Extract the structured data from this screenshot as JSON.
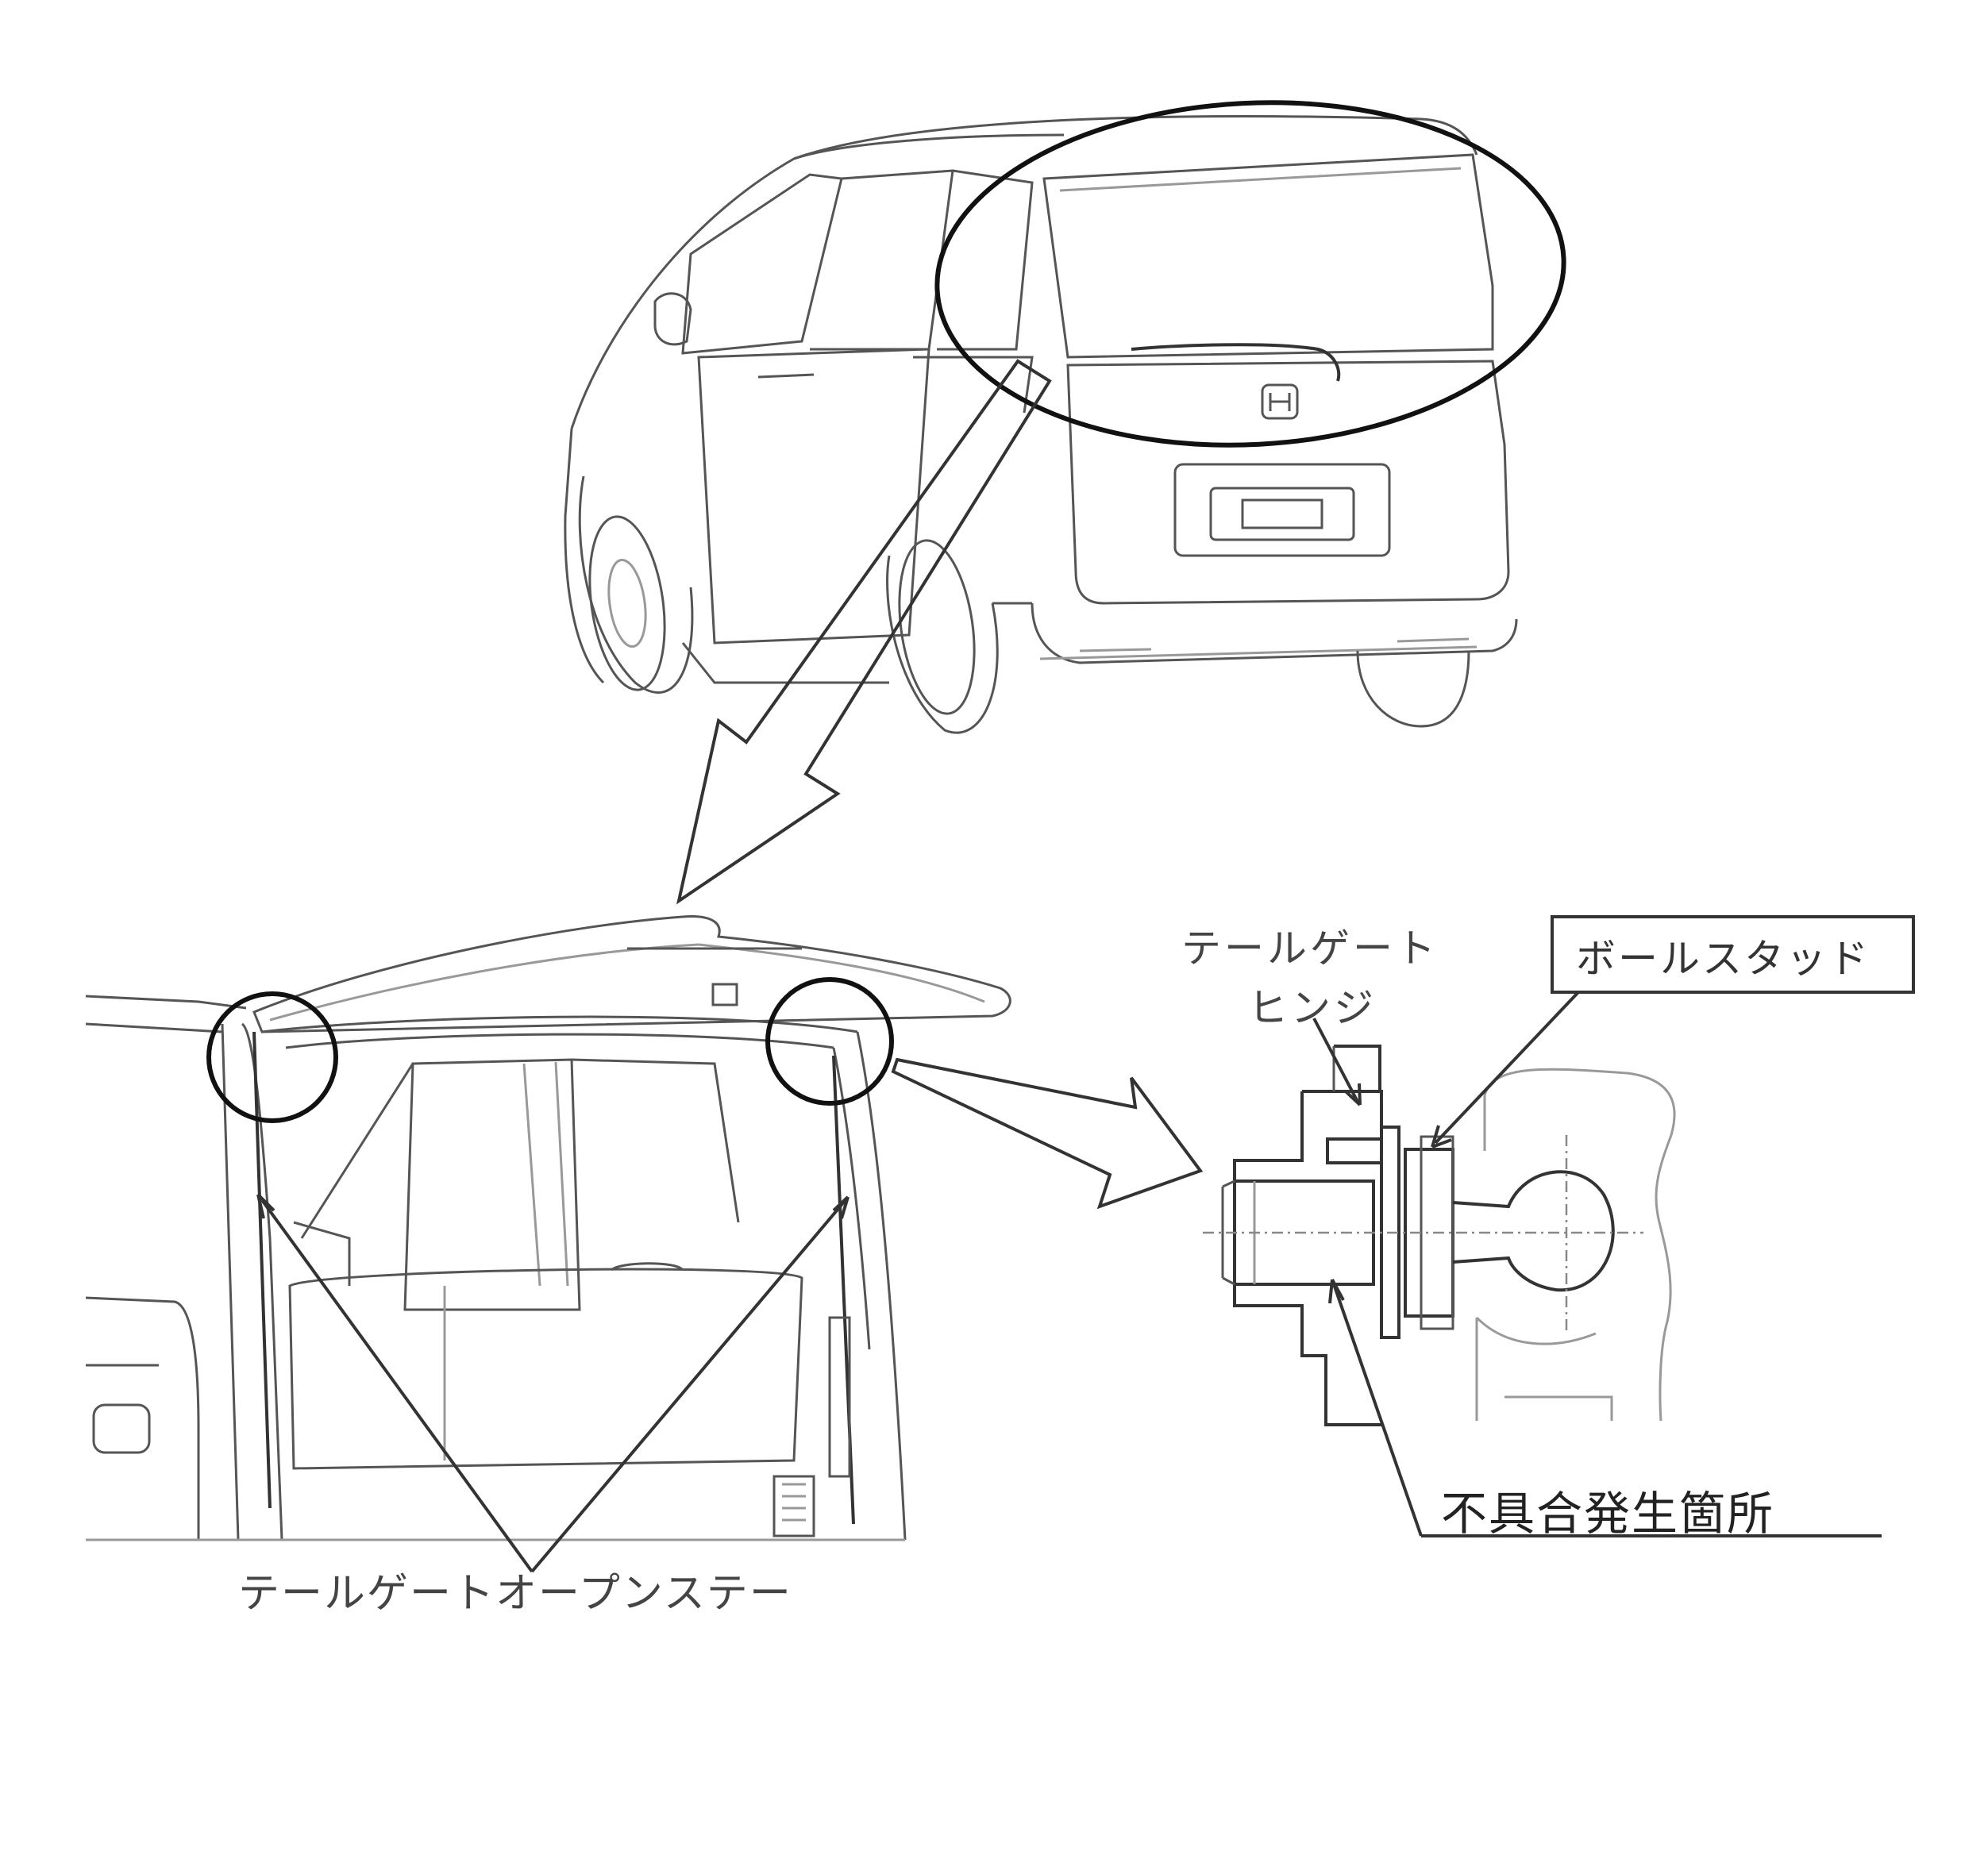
{
  "labels": {
    "tailgate_hinge_line1": "テールゲート",
    "tailgate_hinge_line2": "ヒンジ",
    "ball_stud": "ボールスタッド",
    "defect_location": "不具合発生箇所",
    "tailgate_open_stay": "テールゲートオープンステー"
  }
}
